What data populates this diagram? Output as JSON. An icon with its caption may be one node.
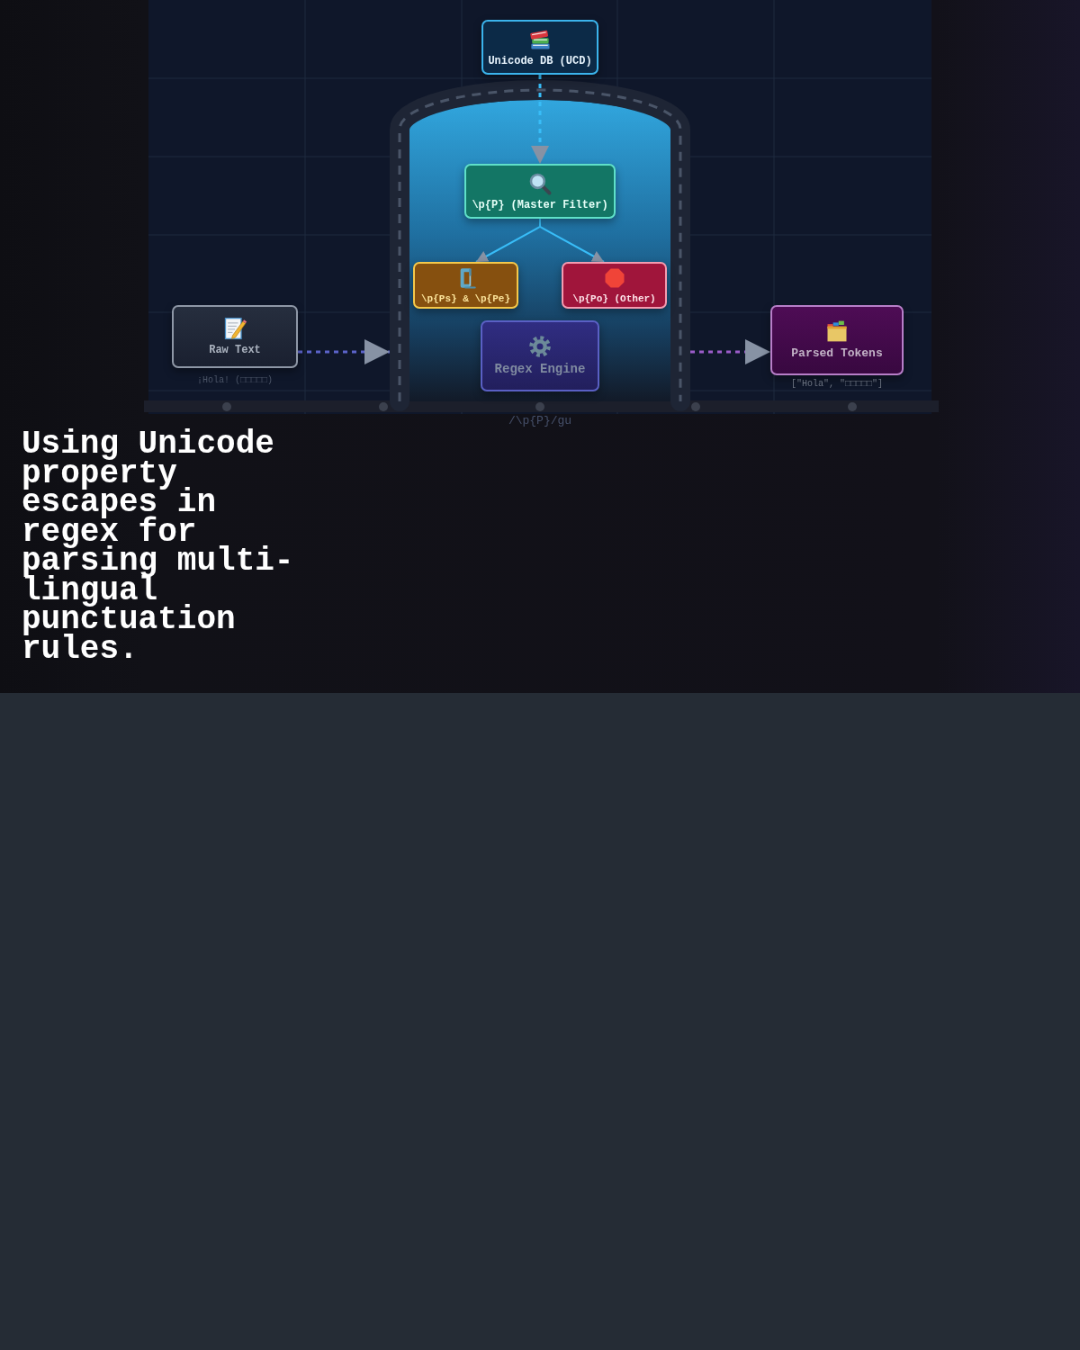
{
  "diagram": {
    "title": "Using Unicode property escapes in regex for parsing multi-lingual punctuation rules.",
    "nodes": [
      {
        "text": [
          "Raw Text"
        ],
        "beside": [
          "¡Hola! (□□□□□)"
        ]
      },
      {
        "text": [],
        "shape": "arch"
      },
      {
        "text": [
          "Unicode DB (UCD)"
        ]
      },
      {
        "text": [
          "\\p{P} (Master Filter)"
        ],
        "in": 1
      },
      {
        "text": [
          "\\p{Ps} & \\p{Pe}"
        ],
        "in": 1
      },
      {
        "text": [
          "\\p{Po} (Other)"
        ],
        "in": 1
      },
      {
        "text": [
          "Regex Engine"
        ],
        "in": 1,
        "beside": [
          "/\\p{P}/gu"
        ]
      },
      {
        "text": [
          "Parsed Tokens"
        ],
        "beside": [
          "[\"Hola\", \"□□□□□\"]"
        ]
      }
    ],
    "edges": [
      {
        "from": 0,
        "to": 1,
        "arrow": "to",
        "style": "dashed",
        "color": "#5b63c9"
      },
      {
        "from": 2,
        "to": 3,
        "arrow": "to",
        "style": "dashed"
      },
      {
        "from": 3,
        "to": 4,
        "arrow": "to"
      },
      {
        "from": 3,
        "to": 5,
        "arrow": "to"
      },
      {
        "from": 1,
        "to": 7,
        "arrow": "to",
        "style": "dashed",
        "color": "#9b5cc9"
      }
    ]
  }
}
